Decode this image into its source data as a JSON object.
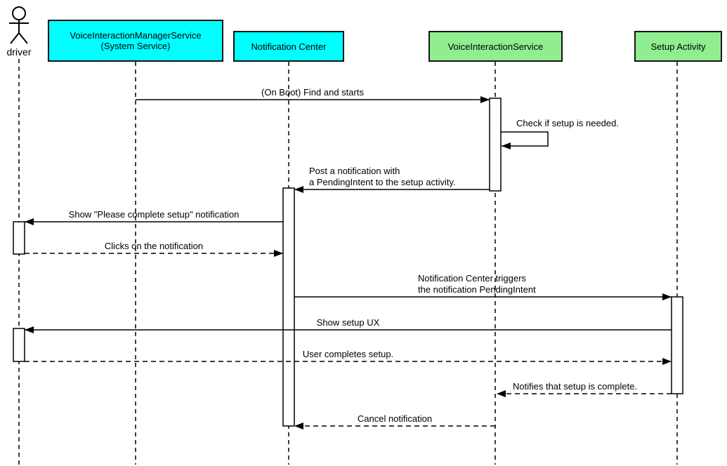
{
  "diagram_type": "uml-sequence-diagram",
  "colors": {
    "cyan_participant": "#00ffff",
    "green_participant": "#90ee90",
    "line": "#000000",
    "background": "#ffffff"
  },
  "participants": [
    {
      "label": "driver",
      "kind": "actor"
    },
    {
      "label": "VoiceInteractionManagerService\n(System Service)",
      "kind": "object",
      "color": "#00ffff"
    },
    {
      "label": "Notification Center",
      "kind": "object",
      "color": "#00ffff"
    },
    {
      "label": "VoiceInteractionService",
      "kind": "object",
      "color": "#90ee90"
    },
    {
      "label": "Setup Activity",
      "kind": "object",
      "color": "#90ee90"
    }
  ],
  "messages": [
    {
      "label": "(On Boot) Find and starts",
      "from": "VoiceInteractionManagerService (System Service)",
      "to": "VoiceInteractionService",
      "line": "solid"
    },
    {
      "label": "Check if setup is needed.",
      "from": "VoiceInteractionService",
      "to": "VoiceInteractionService",
      "line": "solid",
      "self_message": true
    },
    {
      "label": "Post a notification with\na PendingIntent to the setup activity.",
      "from": "VoiceInteractionService",
      "to": "Notification Center",
      "line": "solid"
    },
    {
      "label": "Show \"Please complete setup\" notification",
      "from": "Notification Center",
      "to": "driver",
      "line": "solid"
    },
    {
      "label": "Clicks on the notification",
      "from": "driver",
      "to": "Notification Center",
      "line": "dashed"
    },
    {
      "label": "Notification Center triggers\nthe notification PendingIntent",
      "from": "Notification Center",
      "to": "Setup Activity",
      "line": "solid"
    },
    {
      "label": "Show setup UX",
      "from": "Setup Activity",
      "to": "driver",
      "line": "solid"
    },
    {
      "label": "User completes setup.",
      "from": "driver",
      "to": "Setup Activity",
      "line": "dashed"
    },
    {
      "label": "Notifies that setup is complete.",
      "from": "Setup Activity",
      "to": "VoiceInteractionService",
      "line": "dashed"
    },
    {
      "label": "Cancel notification",
      "from": "VoiceInteractionService",
      "to": "Notification Center",
      "line": "dashed"
    }
  ]
}
